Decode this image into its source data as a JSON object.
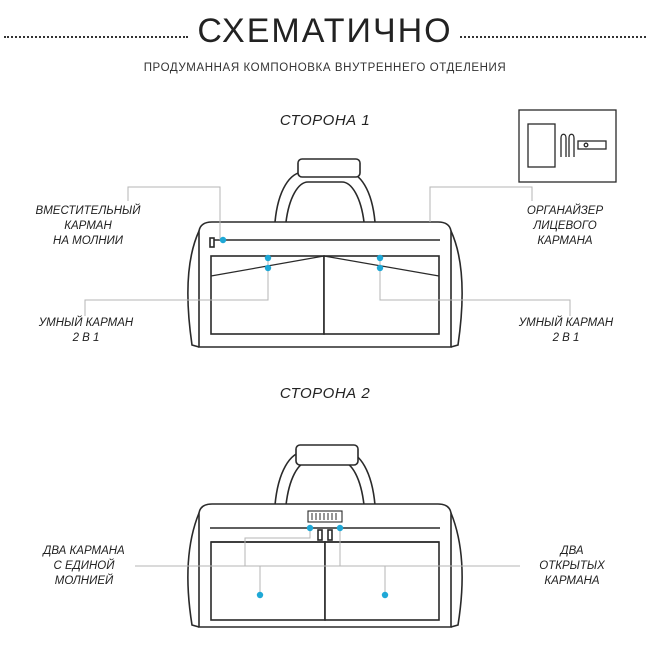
{
  "header": {
    "title": "СХЕМАТИЧНО",
    "subtitle": "ПРОДУМАННАЯ КОМПОНОВКА ВНУТРЕННЕГО ОТДЕЛЕНИЯ"
  },
  "side1": {
    "title": "СТОРОНА 1",
    "labels": {
      "zip_pocket": "ВМЕСТИТЕЛЬНЫЙ\nКАРМАН\nНА МОЛНИИ",
      "organizer": "ОРГАНАЙЗЕР\nЛИЦЕВОГО\nКАРМАНА",
      "smart_left": "УМНЫЙ КАРМАН\n2 В 1",
      "smart_right": "УМНЫЙ КАРМАН\n2 В 1"
    }
  },
  "side2": {
    "title": "СТОРОНА 2",
    "labels": {
      "two_pockets_zip": "ДВА КАРМАНА\nС ЕДИНОЙ\nМОЛНИЕЙ",
      "two_open": "ДВА\nОТКРЫТЫХ\nКАРМАНА"
    }
  },
  "colors": {
    "outline": "#2a2a2a",
    "leader": "#b5b5b5",
    "marker": "#1fa8d6"
  }
}
